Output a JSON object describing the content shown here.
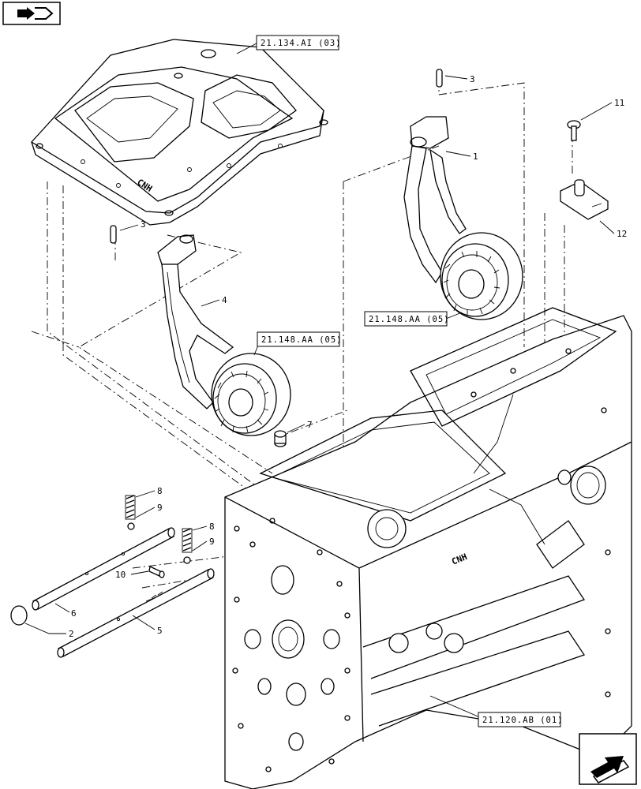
{
  "callouts": {
    "c1": "1",
    "c2": "2",
    "c3a": "3",
    "c3b": "3",
    "c4": "4",
    "c5": "5",
    "c6": "6",
    "c7": "7",
    "c8a": "8",
    "c8b": "8",
    "c9a": "9",
    "c9b": "9",
    "c10": "10",
    "c11": "11",
    "c12": "12"
  },
  "references": {
    "top_cover": "21.134.AI (03)",
    "gear_right": "21.148.AA (05)",
    "gear_left": "21.148.AA (05)",
    "housing": "21.120.AB (01)"
  },
  "brand_mark": "CNH",
  "icons": {
    "top_nav": "book-arrow-icon",
    "bottom_nav": "next-page-arrow-icon"
  }
}
